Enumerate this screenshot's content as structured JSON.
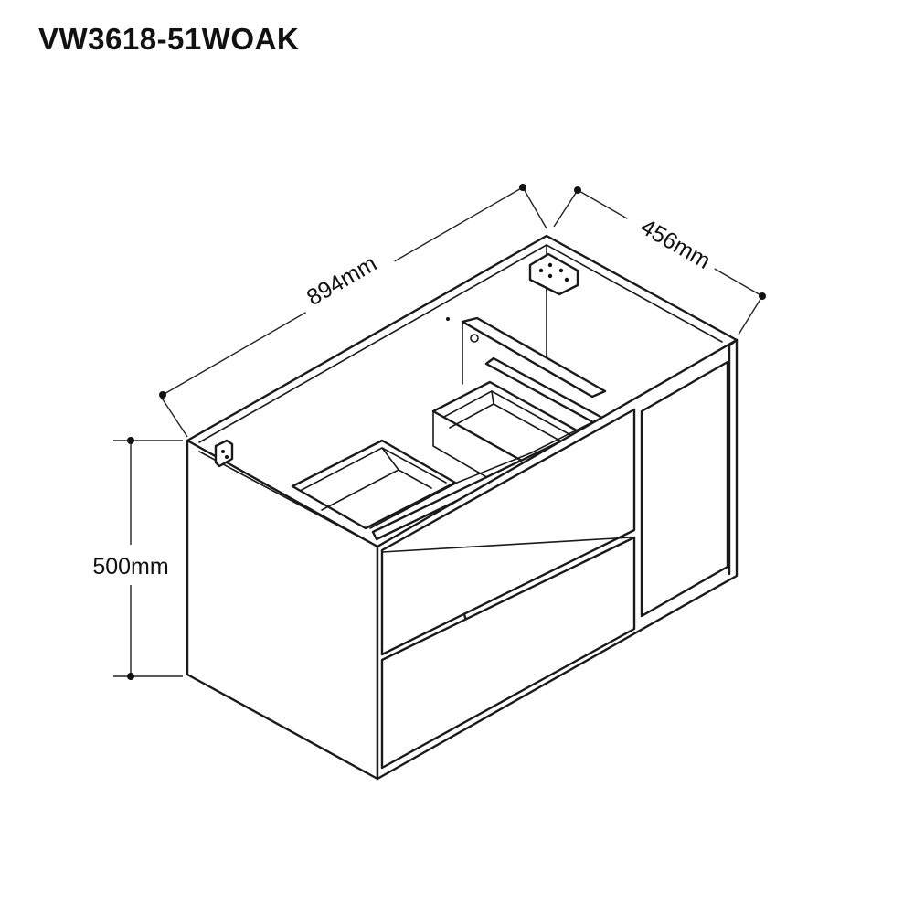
{
  "title": "VW3618-51WOAK",
  "dimensions": {
    "width": "894mm",
    "depth": "456mm",
    "height": "500mm"
  },
  "colors": {
    "line": "#1a1a1a",
    "background": "#ffffff"
  }
}
